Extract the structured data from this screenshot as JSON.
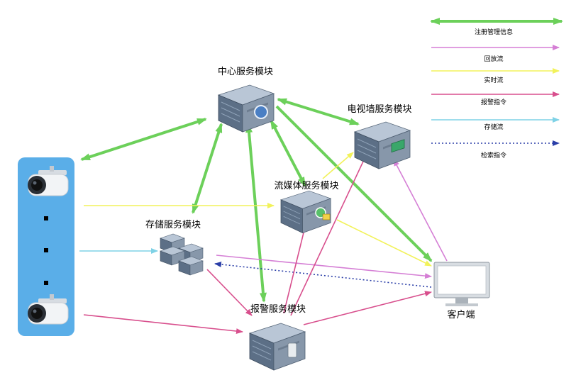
{
  "legend": [
    {
      "label": "注册管理信息",
      "color": "#6cd05a",
      "style": "double-thick"
    },
    {
      "label": "回放流",
      "color": "#d57fd5",
      "style": "single"
    },
    {
      "label": "实时流",
      "color": "#f2f25a",
      "style": "single"
    },
    {
      "label": "报警指令",
      "color": "#d84f8d",
      "style": "single"
    },
    {
      "label": "存储流",
      "color": "#7fd2e6",
      "style": "single"
    },
    {
      "label": "检索指令",
      "color": "#2b3fa8",
      "style": "dotted"
    }
  ],
  "nodes": {
    "center": {
      "label": "中心服务模块"
    },
    "videowall": {
      "label": "电视墙服务模块"
    },
    "streaming": {
      "label": "流媒体服务模块"
    },
    "storage": {
      "label": "存储服务模块"
    },
    "alarm": {
      "label": "报警服务模块"
    },
    "client": {
      "label": "客户端"
    }
  },
  "colors": {
    "register": "#6cd05a",
    "playback": "#d57fd5",
    "realtime": "#f2f25a",
    "alarm": "#d84f8d",
    "storage": "#7fd2e6",
    "search": "#2b3fa8",
    "camera_panel": "#5aaee8"
  }
}
